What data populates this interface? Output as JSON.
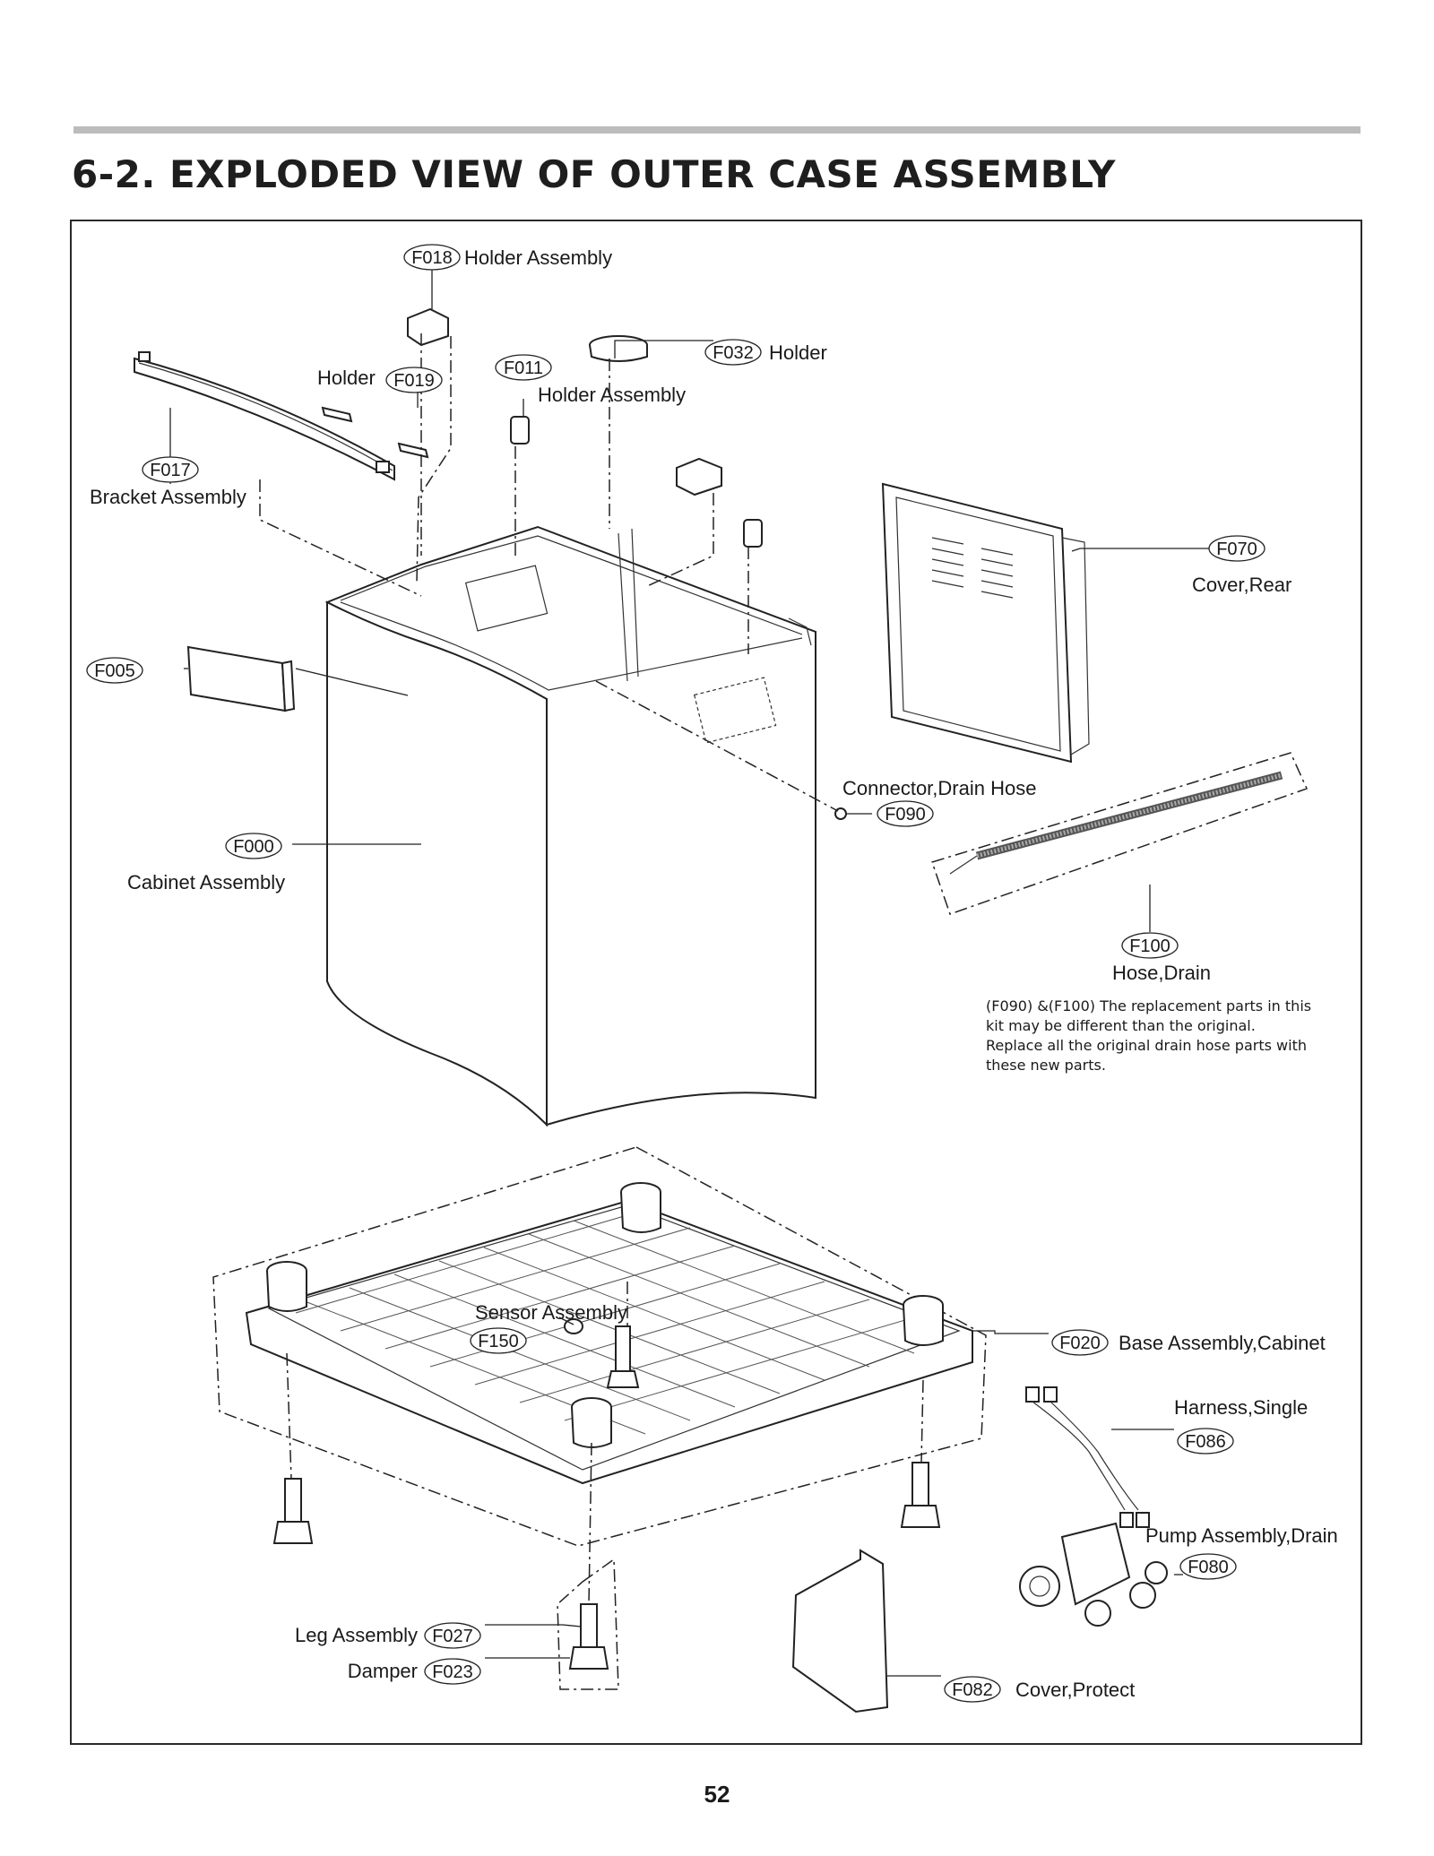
{
  "page": {
    "title": "6-2. EXPLODED VIEW OF OUTER CASE ASSEMBLY",
    "page_number": "52"
  },
  "parts": [
    {
      "id": "f018",
      "code": "F018",
      "name": "Holder Assembly"
    },
    {
      "id": "f019",
      "code": "F019",
      "name": "Holder"
    },
    {
      "id": "f011",
      "code": "F011",
      "name": "Holder Assembly"
    },
    {
      "id": "f032",
      "code": "F032",
      "name": "Holder"
    },
    {
      "id": "f017",
      "code": "F017",
      "name": "Bracket Assembly"
    },
    {
      "id": "f070",
      "code": "F070",
      "name": "Cover,Rear"
    },
    {
      "id": "f005",
      "code": "F005",
      "name": ""
    },
    {
      "id": "f090",
      "code": "F090",
      "name": "Connector,Drain Hose"
    },
    {
      "id": "f000",
      "code": "F000",
      "name": "Cabinet Assembly"
    },
    {
      "id": "f100",
      "code": "F100",
      "name": "Hose,Drain"
    },
    {
      "id": "f150",
      "code": "F150",
      "name": "Sensor Assembly"
    },
    {
      "id": "f020",
      "code": "F020",
      "name": "Base Assembly,Cabinet"
    },
    {
      "id": "f086",
      "code": "F086",
      "name": "Harness,Single"
    },
    {
      "id": "f080",
      "code": "F080",
      "name": "Pump Assembly,Drain"
    },
    {
      "id": "f027",
      "code": "F027",
      "name": "Leg Assembly"
    },
    {
      "id": "f023",
      "code": "F023",
      "name": "Damper"
    },
    {
      "id": "f082",
      "code": "F082",
      "name": "Cover,Protect"
    }
  ],
  "note": {
    "lines": [
      "(F090) &(F100) The replacement parts in this",
      "kit may be different than the original.",
      "Replace all the original drain hose parts with",
      "these new parts."
    ]
  }
}
